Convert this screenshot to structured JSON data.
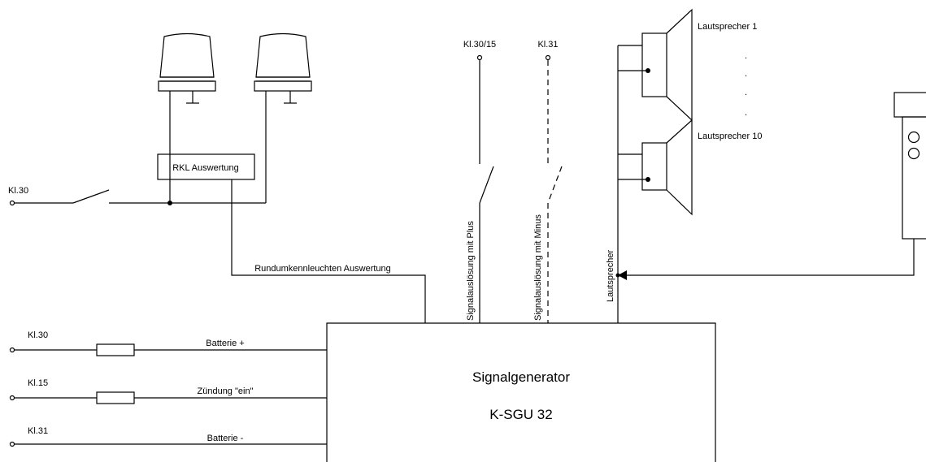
{
  "labels": {
    "kl30_top": "Kl.30",
    "rkl_box": "RKL Auswertung",
    "rkl_wire": "Rundumkennleuchten Auswertung",
    "kl30_15": "Kl.30/15",
    "kl31_top": "Kl.31",
    "speaker1": "Lautsprecher 1",
    "speaker10": "Lautsprecher 10",
    "sig_plus": "Signalauslösung mit Plus",
    "sig_minus": "Signalauslösung mit Minus",
    "speaker_wire": "Lautsprecher",
    "kl30_bottom": "Kl.30",
    "battery_plus": "Batterie +",
    "kl15": "Kl.15",
    "ignition": "Zündung \"ein\"",
    "kl31_bottom": "Kl.31",
    "battery_minus": "Batterie -",
    "generator_name": "Signalgenerator",
    "generator_model": "K-SGU 32"
  },
  "dots": [
    ".",
    ".",
    ".",
    "."
  ]
}
